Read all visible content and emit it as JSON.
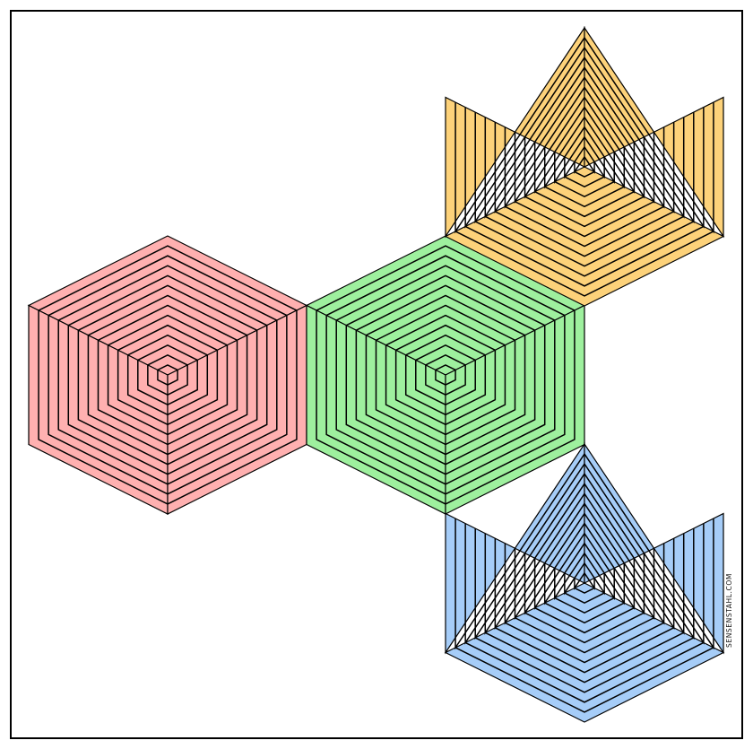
{
  "artwork": {
    "cubes": [
      {
        "name": "red",
        "color": "#ffb0b0"
      },
      {
        "name": "green",
        "color": "#9ef09e"
      },
      {
        "name": "orange",
        "color": "#fdd27a"
      },
      {
        "name": "blue",
        "color": "#a6cdf8"
      }
    ],
    "stroke_color": "#000000",
    "background": "#ffffff",
    "watermark": "SENSENSTAHL.COM"
  }
}
